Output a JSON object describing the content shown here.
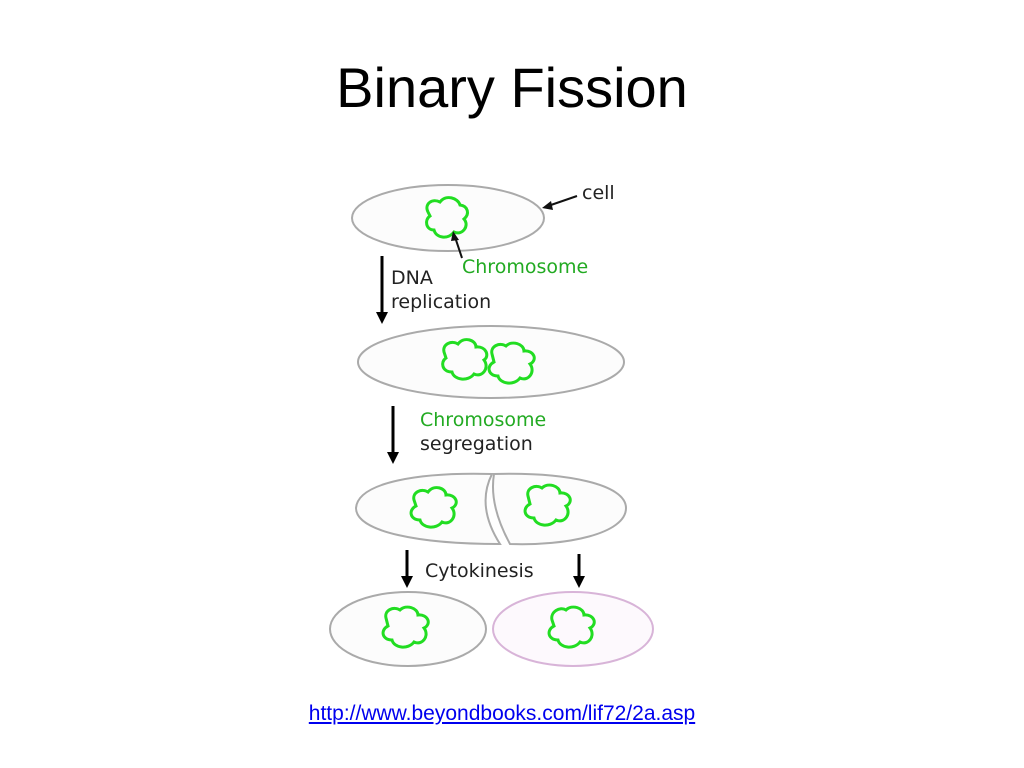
{
  "slide": {
    "title": "Binary Fission",
    "source_link": "http://www.beyondbooks.com/lif72/2a.asp"
  },
  "diagram": {
    "labels": {
      "cell": "cell",
      "chromosome": "Chromosome",
      "dna": "DNA",
      "replication": "replication",
      "chromosome_2": "Chromosome",
      "segregation": "segregation",
      "cytokinesis": "Cytokinesis"
    },
    "colors": {
      "chromosome": "#22dd22",
      "chromosome_label": "#22aa22",
      "cell_outline": "#aaaaaa",
      "daughter_cell_outline": "#d8b4d8",
      "text": "#222222",
      "arrow": "#000000",
      "link": "#0000ee"
    }
  }
}
